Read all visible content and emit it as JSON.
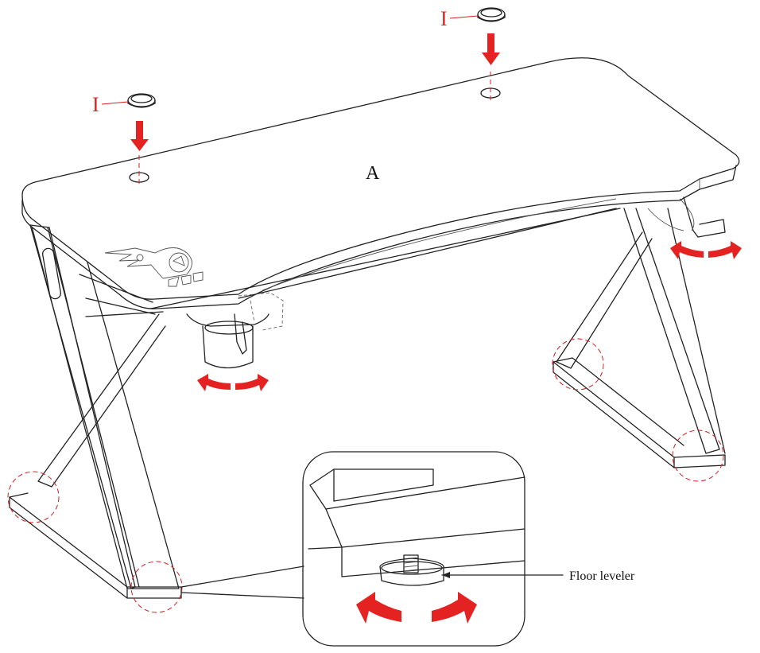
{
  "labels": {
    "panel": "A",
    "grommet_left": "I",
    "grommet_right": "I",
    "callout": "Floor leveler"
  },
  "colors": {
    "accent": "#e52222",
    "line": "#222222",
    "background": "#ffffff"
  },
  "icons": [
    "grommet-icon",
    "down-arrow-icon",
    "rotate-arrows-icon",
    "logo-emblem"
  ]
}
